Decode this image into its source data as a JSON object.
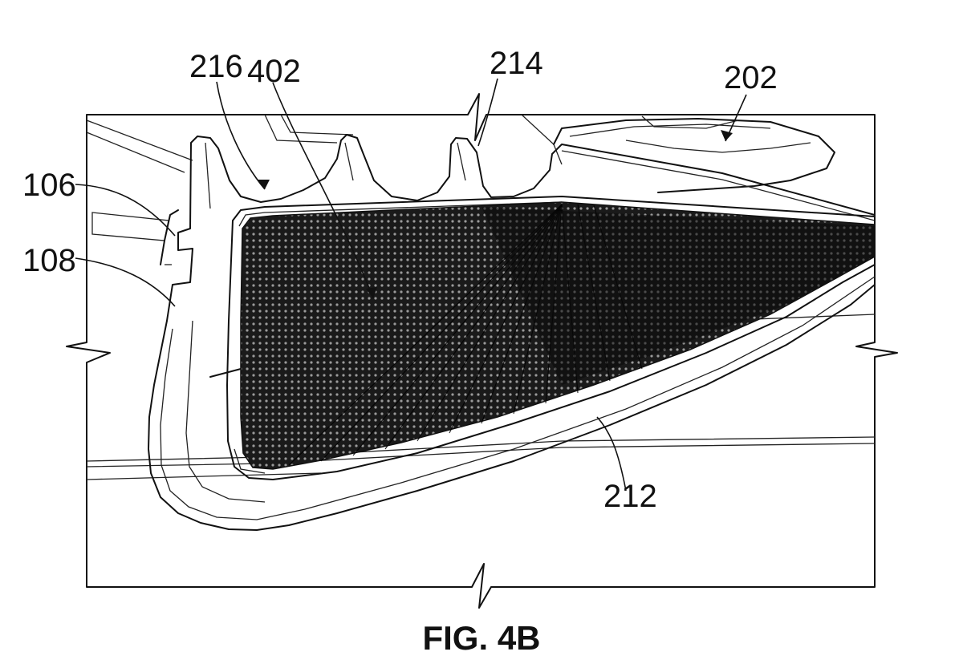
{
  "figure": {
    "caption": "FIG. 4B",
    "reference_numerals": [
      {
        "id": "216",
        "label": "216"
      },
      {
        "id": "402",
        "label": "402"
      },
      {
        "id": "214",
        "label": "214"
      },
      {
        "id": "202",
        "label": "202"
      },
      {
        "id": "106",
        "label": "106"
      },
      {
        "id": "108",
        "label": "108"
      },
      {
        "id": "212",
        "label": "212"
      }
    ]
  }
}
